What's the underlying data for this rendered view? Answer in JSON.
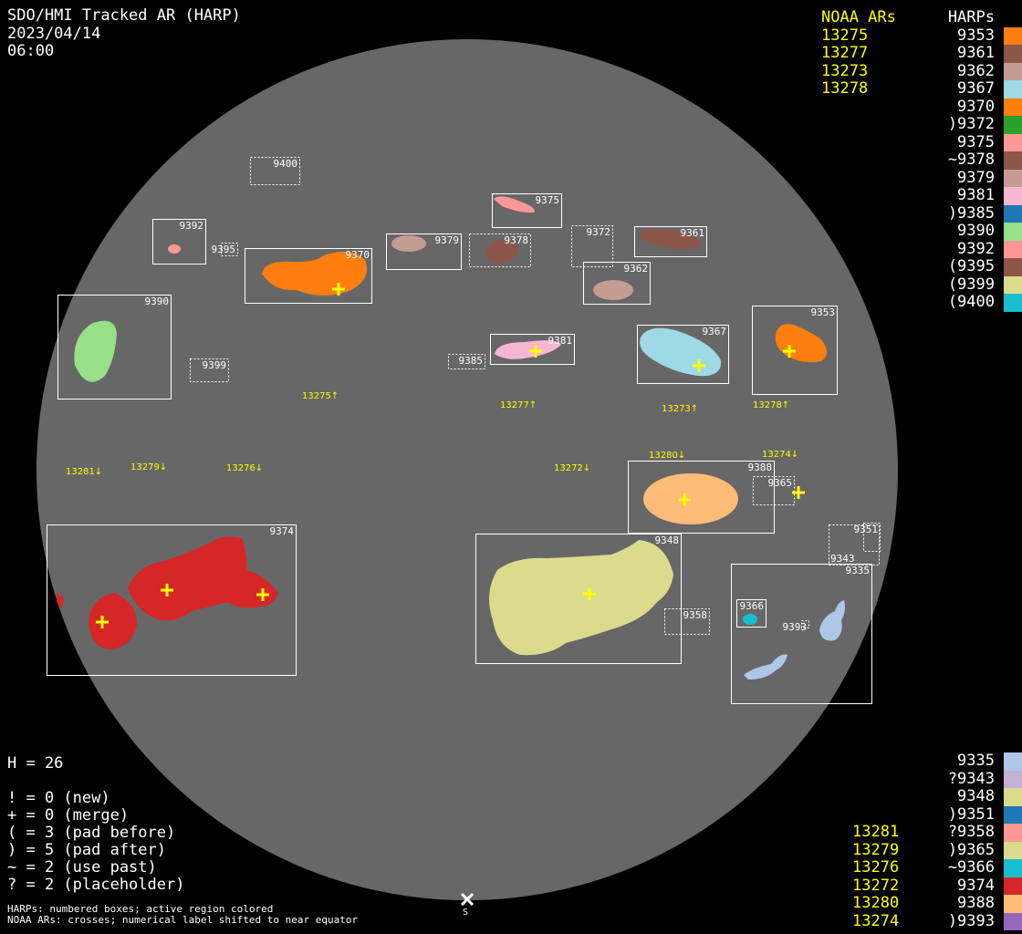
{
  "header": {
    "title": "SDO/HMI Tracked AR (HARP)",
    "date": "2023/04/14",
    "time": "06:00"
  },
  "legend_top": {
    "noaa_heading": "NOAA ARs",
    "harps_heading": "HARPs",
    "noaa": [
      "13275",
      "13277",
      "13273",
      "13278"
    ],
    "harps": [
      {
        "label": "9353",
        "color": "#ff7f0e"
      },
      {
        "label": "9361",
        "color": "#8c564b"
      },
      {
        "label": "9362",
        "color": "#c49c94"
      },
      {
        "label": "9367",
        "color": "#9edae5"
      },
      {
        "label": "9370",
        "color": "#ff7f0e"
      },
      {
        "label": ")9372",
        "color": "#2ca02c"
      },
      {
        "label": "9375",
        "color": "#ff9896"
      },
      {
        "label": "~9378",
        "color": "#8c564b"
      },
      {
        "label": "9379",
        "color": "#c49c94"
      },
      {
        "label": "9381",
        "color": "#f7b6d2"
      },
      {
        "label": ")9385",
        "color": "#1f77b4"
      },
      {
        "label": "9390",
        "color": "#98df8a"
      },
      {
        "label": "9392",
        "color": "#ff9896"
      },
      {
        "label": "(9395",
        "color": "#8c564b"
      },
      {
        "label": "(9399",
        "color": "#dbdb8d"
      },
      {
        "label": "(9400",
        "color": "#17becf"
      }
    ]
  },
  "legend_bottom": {
    "noaa": [
      "13281",
      "13279",
      "13276",
      "13272",
      "13280",
      "13274"
    ],
    "harps": [
      {
        "label": "9335",
        "color": "#aec7e8"
      },
      {
        "label": "?9343",
        "color": "#c5b0d5"
      },
      {
        "label": "9348",
        "color": "#dbdb8d"
      },
      {
        "label": ")9351",
        "color": "#1f77b4"
      },
      {
        "label": "?9358",
        "color": "#ff9896"
      },
      {
        "label": ")9365",
        "color": "#dbdb8d"
      },
      {
        "label": "~9366",
        "color": "#17becf"
      },
      {
        "label": "9374",
        "color": "#d62728"
      },
      {
        "label": "9388",
        "color": "#ffbb78"
      },
      {
        "label": ")9393",
        "color": "#9467bd"
      }
    ]
  },
  "stats": {
    "h": "H = 26",
    "lines": [
      "! = 0 (new)",
      "+ = 0 (merge)",
      "( = 3 (pad before)",
      ") = 5 (pad after)",
      "~ = 2 (use past)",
      "? = 2 (placeholder)"
    ]
  },
  "footer": {
    "line1": "HARPs: numbered boxes; active region colored",
    "line2": "NOAA ARs: crosses; numerical label shifted to near equator"
  },
  "disk": {
    "south_label": "S",
    "harp_boxes": [
      "9400",
      "9392",
      "9395",
      "9370",
      "9379",
      "9378",
      "9375",
      "9372",
      "9361",
      "9362",
      "9390",
      "9399",
      "9385",
      "9381",
      "9367",
      "9353",
      "9388",
      "9365",
      "9374",
      "9348",
      "9358",
      "9335",
      "9343",
      "9351",
      "9366",
      "9393"
    ],
    "noaa_labels": [
      "13275↑",
      "13277↑",
      "13273↑",
      "13278↑",
      "13280↓",
      "13274↓",
      "13281↓",
      "13279↓",
      "13276↓",
      "13272↓"
    ]
  },
  "colors": {
    "disk": "#676767",
    "noaa": "#ffff00",
    "background": "#000000"
  }
}
